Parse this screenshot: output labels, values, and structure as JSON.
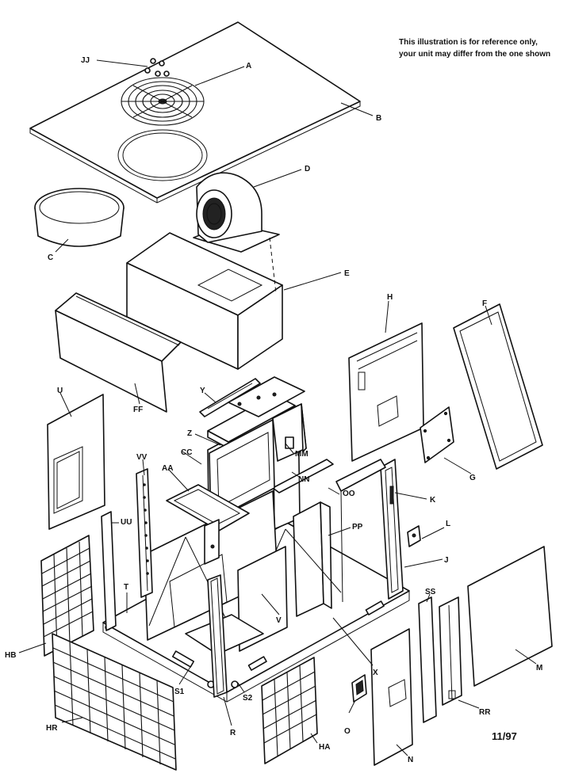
{
  "note": {
    "line1": "This illustration is for reference only,",
    "line2": "your unit may differ from the one shown"
  },
  "date_code": "11/97",
  "labels": {
    "JJ": "JJ",
    "A": "A",
    "B": "B",
    "C": "C",
    "D": "D",
    "E": "E",
    "FF": "FF",
    "H": "H",
    "F": "F",
    "U": "U",
    "Y": "Y",
    "Z": "Z",
    "MM": "MM",
    "CC": "CC",
    "AA": "AA",
    "NN": "NN",
    "VV": "VV",
    "OO": "OO",
    "G": "G",
    "K": "K",
    "PP": "PP",
    "L": "L",
    "UU": "UU",
    "J": "J",
    "T": "T",
    "V": "V",
    "SS": "SS",
    "X": "X",
    "M": "M",
    "HB": "HB",
    "S1": "S1",
    "S2": "S2",
    "O": "O",
    "RR": "RR",
    "HR": "HR",
    "R": "R",
    "HA": "HA",
    "N": "N"
  }
}
